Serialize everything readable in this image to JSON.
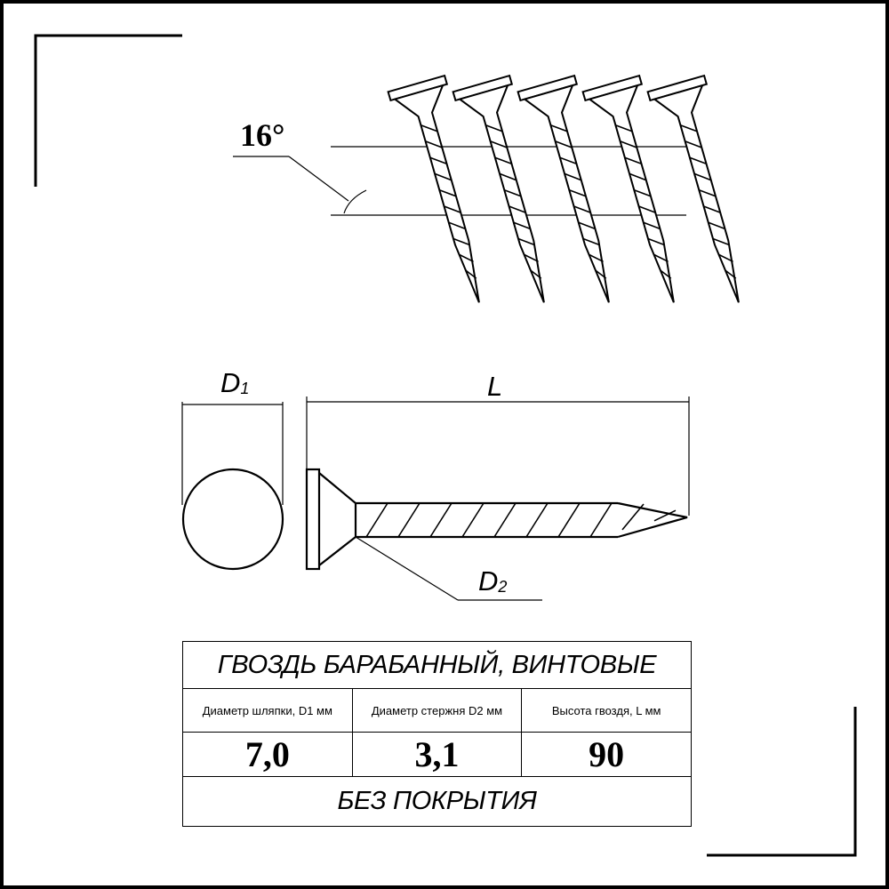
{
  "angle_label": "16°",
  "dimension_labels": {
    "d1_main": "D",
    "d1_sub": "1",
    "length": "L",
    "d2_main": "D",
    "d2_sub": "2"
  },
  "nail_count": 5,
  "table": {
    "title": "ГВОЗДЬ БАРАБАННЫЙ, ВИНТОВЫЕ",
    "headers": [
      "Диаметр шляпки, D1 мм",
      "Диаметр стержня D2 мм",
      "Высота гвоздя, L мм"
    ],
    "values": [
      "7,0",
      "3,1",
      "90"
    ],
    "note": "БЕЗ ПОКРЫТИЯ"
  },
  "colors": {
    "line": "#000000",
    "background": "#ffffff"
  }
}
